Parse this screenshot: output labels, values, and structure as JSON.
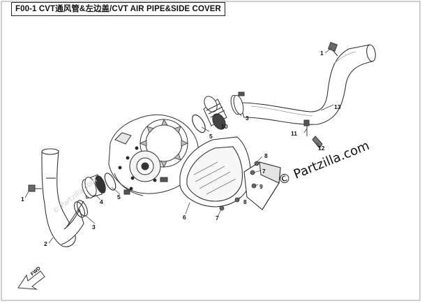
{
  "title": "F00-1 CVT通风管&左边盖/CVT AIR PIPE&SIDE COVER",
  "watermarks": {
    "main": "© Partzilla.com",
    "faint": "© Partzilla.com"
  },
  "direction_label": "FWD",
  "callouts": [
    {
      "id": "1",
      "text": "1"
    },
    {
      "id": "13",
      "text": "13"
    },
    {
      "id": "10",
      "text": "10"
    },
    {
      "id": "3",
      "text": "3"
    },
    {
      "id": "5",
      "text": "5"
    },
    {
      "id": "11",
      "text": "11"
    },
    {
      "id": "12",
      "text": "12"
    },
    {
      "id": "8",
      "text": "8"
    },
    {
      "id": "7",
      "text": "7"
    },
    {
      "id": "9",
      "text": "9"
    },
    {
      "id": "8",
      "text": "8"
    },
    {
      "id": "6",
      "text": "6"
    },
    {
      "id": "7",
      "text": "7"
    },
    {
      "id": "5",
      "text": "5"
    },
    {
      "id": "4",
      "text": "4"
    },
    {
      "id": "1",
      "text": "1"
    },
    {
      "id": "3",
      "text": "3"
    },
    {
      "id": "2",
      "text": "2"
    }
  ]
}
